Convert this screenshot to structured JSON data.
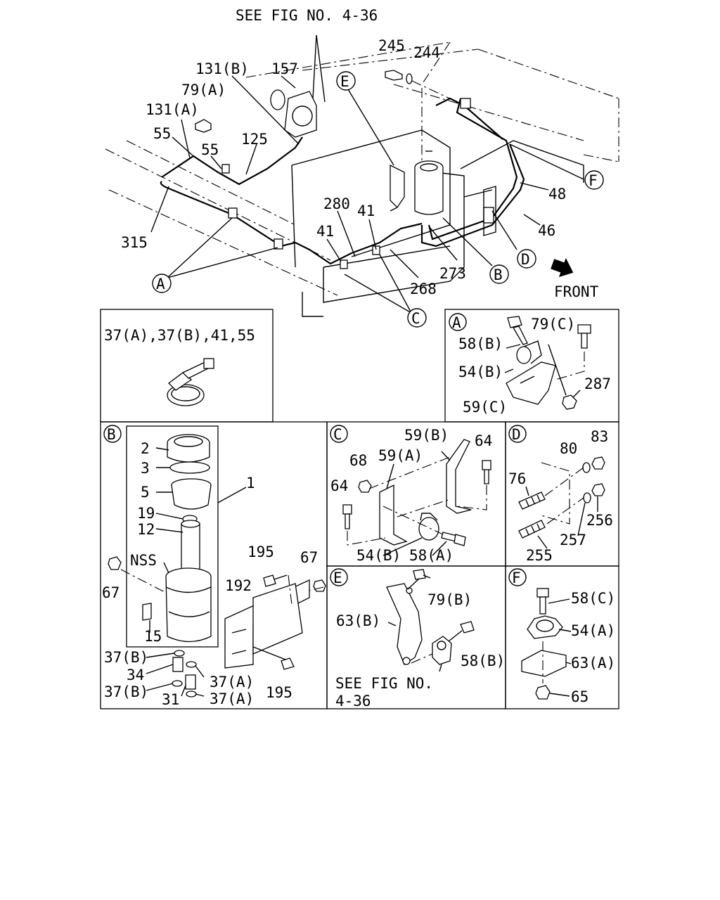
{
  "top_reference": "SEE FIG NO. 4-36",
  "front_label": "FRONT",
  "main_callouts": {
    "c245": "245",
    "c244": "244",
    "c131b": "131(B)",
    "c157": "157",
    "c79a": "79(A)",
    "c131a": "131(A)",
    "c55a": "55",
    "c55b": "55",
    "c125": "125",
    "c315": "315",
    "c280": "280",
    "c41a": "41",
    "c41b": "41",
    "c268": "268",
    "c273": "273",
    "c48": "48",
    "c46": "46"
  },
  "main_circles": {
    "e": "E",
    "f": "F",
    "d": "D",
    "b": "B",
    "c": "C",
    "a": "A"
  },
  "panel_clamp": {
    "title": "37(A),37(B),41,55"
  },
  "panel_a": {
    "letter": "A",
    "labels": {
      "l58b": "58(B)",
      "l79c": "79(C)",
      "l54b": "54(B)",
      "l287": "287",
      "l59c": "59(C)"
    }
  },
  "panel_b": {
    "letter": "B",
    "labels": {
      "l2": "2",
      "l3": "3",
      "l5": "5",
      "l19": "19",
      "l12": "12",
      "lnss": "NSS",
      "l1": "1",
      "l15": "15",
      "l67a": "67",
      "l67b": "67",
      "l195a": "195",
      "l192": "192",
      "l195b": "195",
      "l37b1": "37(B)",
      "l34": "34",
      "l37a1": "37(A)",
      "l37b2": "37(B)",
      "l31": "31",
      "l37a2": "37(A)"
    }
  },
  "panel_c": {
    "letter": "C",
    "labels": {
      "l59b": "59(B)",
      "l64a": "64",
      "l68": "68",
      "l59a": "59(A)",
      "l64b": "64",
      "l54b": "54(B)",
      "l58a": "58(A)"
    }
  },
  "panel_d": {
    "letter": "D",
    "labels": {
      "l83": "83",
      "l80": "80",
      "l76": "76",
      "l256": "256",
      "l257": "257",
      "l255": "255"
    }
  },
  "panel_e": {
    "letter": "E",
    "labels": {
      "l79b": "79(B)",
      "l63b": "63(B)",
      "l58b": "58(B)"
    },
    "reference_line1": "SEE FIG NO.",
    "reference_line2": "4-36"
  },
  "panel_f": {
    "letter": "F",
    "labels": {
      "l58c": "58(C)",
      "l54a": "54(A)",
      "l63a": "63(A)",
      "l65": "65"
    }
  }
}
